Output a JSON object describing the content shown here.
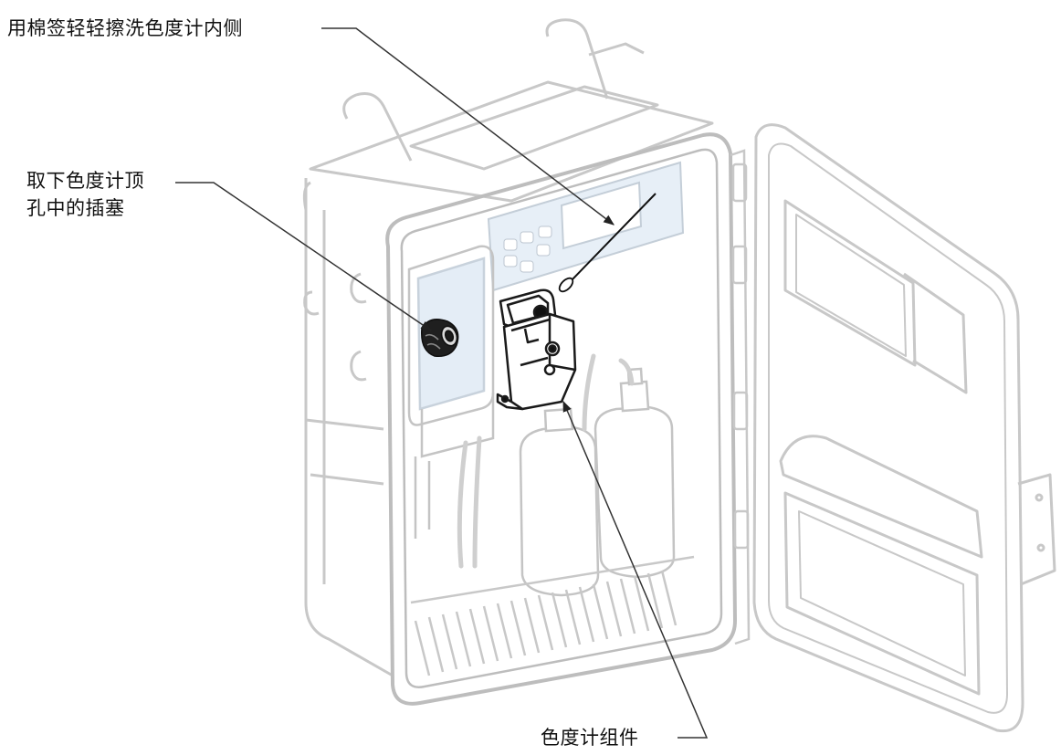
{
  "callouts": {
    "wipe_inside": "用棉签轻轻擦洗色度计内侧",
    "remove_plug_line1": "取下色度计顶",
    "remove_plug_line2": "孔中的插塞",
    "colorimeter_assembly": "色度计组件"
  },
  "colors": {
    "outline_light": "#c8c8c8",
    "outline_mid": "#a6a6a6",
    "highlight_dark": "#1a1a1a",
    "screen_blue": "#dce8f3",
    "leader_line": "#333333"
  }
}
